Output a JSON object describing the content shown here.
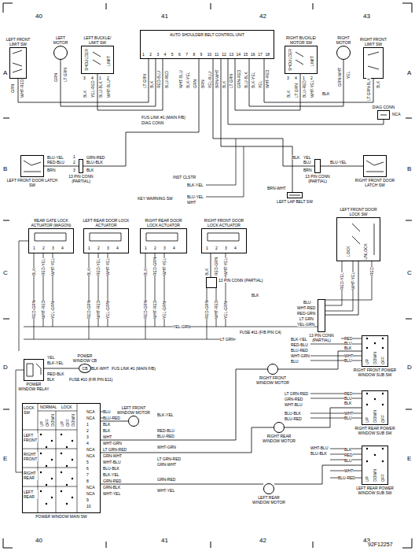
{
  "diagram": {
    "nodes": [
      {
        "text": [
          "AUTO SHOULDER BELT CONTROL UNIT"
        ]
      },
      {
        "text": [
          "LEFT FRONT LIMIT SW"
        ]
      },
      {
        "text": [
          "LEFT MOTOR"
        ]
      },
      {
        "text": [
          "LEFT BUCKLE/ LIMIT SW"
        ]
      },
      {
        "text": [
          "RIGHT BUCKLE/ MOTOR SW"
        ]
      },
      {
        "text": [
          "RIGHT MOTOR"
        ]
      },
      {
        "text": [
          "RIGHT FRONT LIMIT SW"
        ]
      },
      {
        "text": [
          "DIAG CONN"
        ]
      },
      {
        "text": [
          "LEFT FRONT DOOR LATCH SW"
        ]
      },
      {
        "text": [
          "13 PIN CONN (PARTIAL)"
        ]
      },
      {
        "text": [
          "RIGHT FRONT DOOR LATCH SW"
        ]
      },
      {
        "text": [
          "13 PIN CONN (PARTIAL)"
        ]
      },
      {
        "text": [
          "LEFT LAP BELT SW"
        ]
      },
      {
        "text": [
          "REAR GATE LOCK ACTUATOR (WAGON)"
        ]
      },
      {
        "text": [
          "LEFT REAR DOOR LOCK ACTUATOR"
        ]
      },
      {
        "text": [
          "RIGHT REAR DOOR LOCK ACTUATOR"
        ]
      },
      {
        "text": [
          "RIGHT FRONT DOOR LOCK ACTUATOR"
        ]
      },
      {
        "text": [
          "LEFT FRONT DOOR LOCK SW"
        ]
      },
      {
        "text": [
          "13 PIN CONN (PARTIAL)"
        ]
      },
      {
        "text": [
          "13 PIN CONN (PARTIAL)"
        ]
      },
      {
        "text": [
          "POWER WINDOW RELAY"
        ]
      },
      {
        "text": [
          "POWER WINDOW CB",
          "CB"
        ]
      },
      {
        "text": [
          "POWER WINDOW MAIN SW"
        ]
      },
      {
        "text": [
          "LEFT FRONT WINDOW MOTOR"
        ]
      },
      {
        "text": [
          "RIGHT FRONT POWER WINDOW SUB SW"
        ]
      },
      {
        "text": [
          "RIGHT FRONT WINDOW MOTOR"
        ]
      },
      {
        "text": [
          "RIGHT REAR POWER WINDOW SUB SW"
        ]
      },
      {
        "text": [
          "RIGHT REAR WINDOW MOTOR"
        ]
      },
      {
        "text": [
          "LEFT REAR POWER WINDOW SUB SW"
        ]
      },
      {
        "text": [
          "LEFT REAR WINDOW MOTOR"
        ]
      }
    ],
    "edges": [
      {
        "from": 1,
        "to": 0,
        "arrow": "none"
      },
      {
        "from": 2,
        "to": 0,
        "arrow": "none"
      },
      {
        "from": 3,
        "to": 0,
        "arrow": "none"
      },
      {
        "from": 4,
        "to": 0,
        "arrow": "none"
      },
      {
        "from": 5,
        "to": 0,
        "arrow": "none"
      },
      {
        "from": 6,
        "to": 0,
        "arrow": "none"
      },
      {
        "from": 7,
        "to": 0,
        "arrow": "none"
      },
      {
        "from": 8,
        "to": 9,
        "arrow": "none"
      },
      {
        "from": 9,
        "to": 0,
        "arrow": "none"
      },
      {
        "from": 10,
        "to": 11,
        "arrow": "none"
      },
      {
        "from": 11,
        "to": 0,
        "arrow": "none"
      },
      {
        "from": 12,
        "to": 0,
        "arrow": "none"
      },
      {
        "from": 16,
        "to": 18,
        "arrow": "none"
      },
      {
        "from": 17,
        "to": 19,
        "arrow": "none"
      },
      {
        "from": 20,
        "to": 21,
        "arrow": "none"
      },
      {
        "from": 22,
        "to": 23,
        "arrow": "none"
      },
      {
        "from": 22,
        "to": 25,
        "arrow": "none"
      },
      {
        "from": 22,
        "to": 27,
        "arrow": "none"
      },
      {
        "from": 22,
        "to": 29,
        "arrow": "none"
      },
      {
        "from": 25,
        "to": 24,
        "arrow": "none"
      },
      {
        "from": 27,
        "to": 26,
        "arrow": "none"
      },
      {
        "from": 29,
        "to": 28,
        "arrow": "none"
      }
    ],
    "labels": [
      "40",
      "41",
      "42",
      "43",
      "40",
      "41",
      "42",
      "43",
      "A",
      "A",
      "B",
      "B",
      "C",
      "C",
      "D",
      "D",
      "E",
      "E",
      "1",
      "2",
      "3",
      "4",
      "5",
      "6",
      "7",
      "8",
      "9",
      "10",
      "11",
      "12",
      "13",
      "14",
      "15",
      "16",
      "17",
      "18",
      "LT GRN",
      "BLK",
      "RED-BLU",
      "BLU-RED",
      "WHT-BLU",
      "BLK-YEL",
      "GRN",
      "BRN",
      "YEL-BLU",
      "BRN-WHT",
      "BLK",
      "LT GRN",
      "GRN-RED",
      "BLU-BLK",
      "BLK-YEL",
      "YEL",
      "WHT-RED",
      "GRN",
      "WHT-RED",
      "GRN",
      "LT GRN",
      "SHOULDER",
      "LIMIT",
      "3",
      "4",
      "1",
      "2",
      "BLK",
      "YEL-RED",
      "BLU-BLK",
      "WHT-BLU",
      "SHOULDER",
      "LIMIT",
      "3",
      "4",
      "1",
      "2",
      "BLK",
      "LT GRN",
      "BLU-RED",
      "WHT-YEL",
      "GRN-WHT",
      "YEL",
      "LT GRN-BLK",
      "BLK",
      "NCA",
      "BLK",
      "FUS LINK #1 (MAIN F/B)",
      "DIAG CONN",
      "INST CLSTR",
      "BLK-YEL",
      "KEY WARNING SW",
      "BLU-YEL",
      "WHT",
      "BRN-WHT",
      "BLU-YEL",
      "RED-BLU",
      "BRN",
      "1",
      "2",
      "3",
      "GRN-RED",
      "BLU-BLK",
      "BLK",
      "YEL",
      "BLU",
      "BRN",
      "BLK",
      "BLU-YEL",
      "1",
      "2",
      "3",
      "4",
      "1",
      "2",
      "3",
      "4",
      "1",
      "2",
      "3",
      "4",
      "1",
      "2",
      "3",
      "4",
      "BLK",
      "RED-YEL",
      "WHT-YEL",
      "BLK",
      "RED-YEL",
      "WHT-YEL",
      "BLK",
      "RED-GRN",
      "WHT-YEL",
      "BLK",
      "RED-GRN",
      "WHT-YEL",
      "RED-GRN",
      "WHT-RED",
      "YEL-GRN",
      "RED-GRN",
      "WHT-RED",
      "YEL-GRN",
      "RED-GRN",
      "WHT-RED",
      "YEL-GRN",
      "RED-GRN",
      "WHT-RED",
      "YEL-GRN",
      "BLK",
      "LOCK",
      "UNLOCK",
      "RED-YEL",
      "WHT-YEL",
      "RED",
      "BLU",
      "WHT-RED",
      "RED-GRN",
      "LT GRN",
      "YEL-GRN",
      "FUSE #11 (F/B PIN C4)",
      "YEL-GRN",
      "LT GRN",
      "YEL",
      "BLK-YEL",
      "RED-BLK",
      "BLK",
      "BLK-WHT",
      "FUS LINK #1 (MAIN F/B)",
      "FUSE #10 (F/R PIN E11)",
      "UP",
      "DOWN",
      "OFF",
      "RED",
      "BLU",
      "BLK",
      "WHT",
      "BLU",
      "BLK-YEL",
      "RED-BLU",
      "BLU-RED",
      "WHT-GRN",
      "BLU",
      "UP",
      "DOWN",
      "OFF",
      "RED",
      "BLU",
      "BLK",
      "WHT",
      "BLU",
      "LT GRN-RED",
      "GRN-RED",
      "WHT-BLU",
      "BLU-BLK",
      "BLU-RED",
      "UP",
      "DOWN",
      "OFF",
      "WHT-BLU",
      "BLU-BLK",
      "BLK",
      "RED",
      "BLU",
      "WHT",
      "BLU-RED",
      "LOCK SW",
      "NORMAL",
      "LOCK",
      "UP",
      "OFF",
      "DOWN",
      "UP",
      "OFF",
      "DOWN",
      "LEFT FRONT",
      "RIGHT FRONT",
      "RIGHT REAR",
      "LEFT REAR",
      "NCA",
      "NCA",
      "1",
      "2",
      "3",
      "4",
      "NCA",
      "NCA",
      "5",
      "6",
      "7",
      "8",
      "NCA",
      "NCA",
      "9",
      "10",
      "BLU",
      "BLU-RED",
      "BLK",
      "BLK",
      "WHT",
      "WHT-GRN",
      "LT GRN-RED",
      "GRN-WHT",
      "WHT-BLU",
      "BLU-BLK",
      "BLK-YEL",
      "GRN-RED",
      "GRN-BLK",
      "WHT-YEL",
      "BLK-YEL",
      "RED-BLU",
      "BLU-RED",
      "WHT-GRN",
      "LT GRN-RED",
      "GRN-WHT",
      "GRN-RED",
      "WHT-YEL",
      "92F12257"
    ]
  }
}
